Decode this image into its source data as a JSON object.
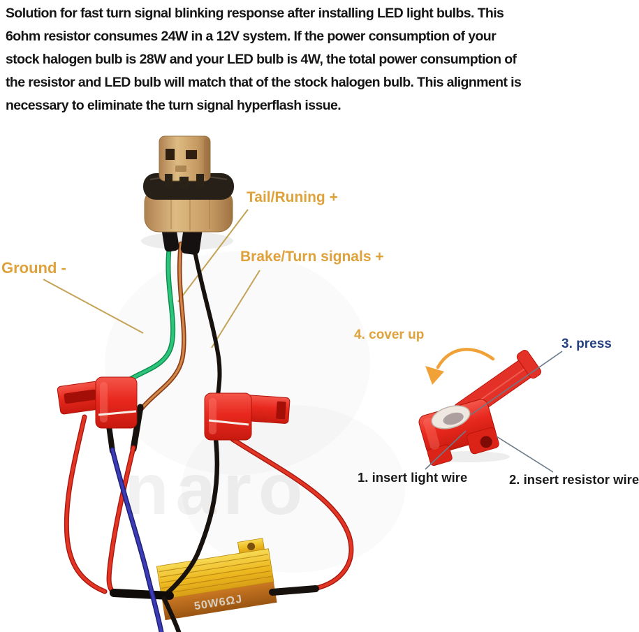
{
  "header": {
    "lines": [
      "Solution for fast turn signal blinking response after installing LED light bulbs. This",
      "6ohm resistor consumes 24W in a 12V system. If the power consumption of your",
      "stock halogen bulb is 28W and your LED bulb is 4W, the total power consumption of",
      "the resistor and LED bulb will match that of the stock halogen bulb. This alignment is",
      "necessary to eliminate the turn signal hyperflash issue."
    ]
  },
  "diagram": {
    "labels": {
      "ground": "Ground -",
      "tail": "Tail/Runing +",
      "brake": "Brake/Turn signals +"
    },
    "resistor_marking": "50W6ΩJ",
    "watermark": "naro"
  },
  "instructions": {
    "step1": "1. insert light wire",
    "step2": "2. insert resistor wire",
    "step3": "3. press",
    "step4": "4. cover up"
  },
  "colors": {
    "label_orange": "#DFA23B",
    "label_navy": "#24407E",
    "leader_tan": "#C4A256",
    "wire_green": "#2BC47A",
    "wire_red": "#E23524",
    "wire_blue": "#3C3CB4",
    "wire_black": "#17120E",
    "wire_copper": "#D08946",
    "connector_red": "#E8281E",
    "resistor_gold": "#EDB91F",
    "resistor_face": "#B1641C",
    "socket_tan": "#C69A62"
  }
}
